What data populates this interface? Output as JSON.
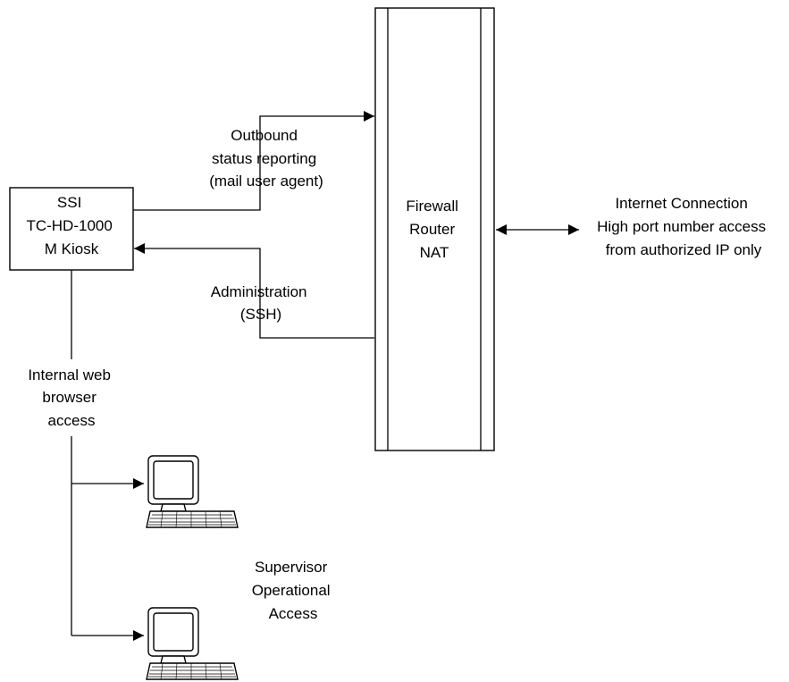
{
  "kiosk": {
    "lines": [
      "SSI",
      "TC-HD-1000",
      "M Kiosk"
    ]
  },
  "firewall": {
    "lines": [
      "Firewall",
      "Router",
      "NAT"
    ]
  },
  "outbound": {
    "lines": [
      "Outbound",
      "status reporting",
      "(mail user agent)"
    ]
  },
  "administration": {
    "lines": [
      "Administration",
      "(SSH)"
    ]
  },
  "internet": {
    "lines": [
      "Internet Connection",
      "High port number access",
      "from authorized IP only"
    ]
  },
  "internal_web": {
    "lines": [
      "Internal web",
      "browser",
      "access"
    ]
  },
  "supervisor": {
    "lines": [
      "Supervisor",
      "Operational",
      "Access"
    ]
  },
  "computer_icon": "desktop-computer-icon",
  "colors": {
    "line": "#000000",
    "background": "#ffffff"
  }
}
